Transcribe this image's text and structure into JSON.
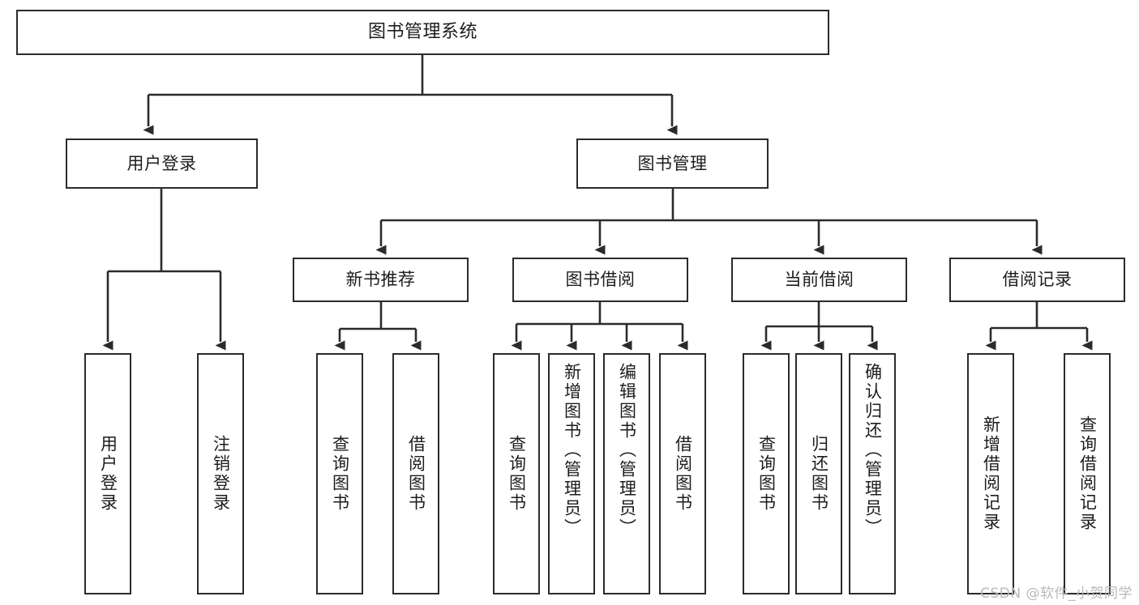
{
  "diagram": {
    "type": "tree-hierarchy",
    "title": "图书管理系统",
    "watermark": "CSDN @软件_小贺同学",
    "colors": {
      "border": "#2b2b2b",
      "text": "#1d1d1d",
      "background": "#ffffff",
      "connector": "#2b2b2b",
      "watermark": "#b9b9b9"
    },
    "levels": [
      {
        "level": 0,
        "nodes": [
          {
            "id": "root",
            "label": "图书管理系统",
            "orientation": "horizontal"
          }
        ]
      },
      {
        "level": 1,
        "nodes": [
          {
            "id": "login",
            "label": "用户登录",
            "orientation": "horizontal",
            "parent": "root"
          },
          {
            "id": "bookmgmt",
            "label": "图书管理",
            "orientation": "horizontal",
            "parent": "root"
          }
        ]
      },
      {
        "level": 2,
        "nodes": [
          {
            "id": "newbook",
            "label": "新书推荐",
            "orientation": "horizontal",
            "parent": "bookmgmt"
          },
          {
            "id": "borrow",
            "label": "图书借阅",
            "orientation": "horizontal",
            "parent": "bookmgmt"
          },
          {
            "id": "current",
            "label": "当前借阅",
            "orientation": "horizontal",
            "parent": "bookmgmt"
          },
          {
            "id": "records",
            "label": "借阅记录",
            "orientation": "horizontal",
            "parent": "bookmgmt"
          }
        ]
      },
      {
        "level": 3,
        "nodes": [
          {
            "id": "leaf1",
            "label": "用户登录",
            "orientation": "vertical",
            "parent": "login"
          },
          {
            "id": "leaf2",
            "label": "注销登录",
            "orientation": "vertical",
            "parent": "login"
          },
          {
            "id": "leaf3",
            "label": "查询图书",
            "orientation": "vertical",
            "parent": "newbook"
          },
          {
            "id": "leaf4",
            "label": "借阅图书",
            "orientation": "vertical",
            "parent": "newbook"
          },
          {
            "id": "leaf5",
            "label": "查询图书",
            "orientation": "vertical",
            "parent": "borrow"
          },
          {
            "id": "leaf6",
            "label": "新增图书（管理员）",
            "orientation": "vertical",
            "parent": "borrow"
          },
          {
            "id": "leaf7",
            "label": "编辑图书（管理员）",
            "orientation": "vertical",
            "parent": "borrow"
          },
          {
            "id": "leaf8",
            "label": "借阅图书",
            "orientation": "vertical",
            "parent": "borrow"
          },
          {
            "id": "leaf9",
            "label": "查询图书",
            "orientation": "vertical",
            "parent": "current"
          },
          {
            "id": "leaf10",
            "label": "归还图书",
            "orientation": "vertical",
            "parent": "current"
          },
          {
            "id": "leaf11",
            "label": "确认归还（管理员）",
            "orientation": "vertical",
            "parent": "current"
          },
          {
            "id": "leaf12",
            "label": "新增借阅记录",
            "orientation": "vertical",
            "parent": "records"
          },
          {
            "id": "leaf13",
            "label": "查询借阅记录",
            "orientation": "vertical",
            "parent": "records"
          }
        ]
      }
    ]
  }
}
